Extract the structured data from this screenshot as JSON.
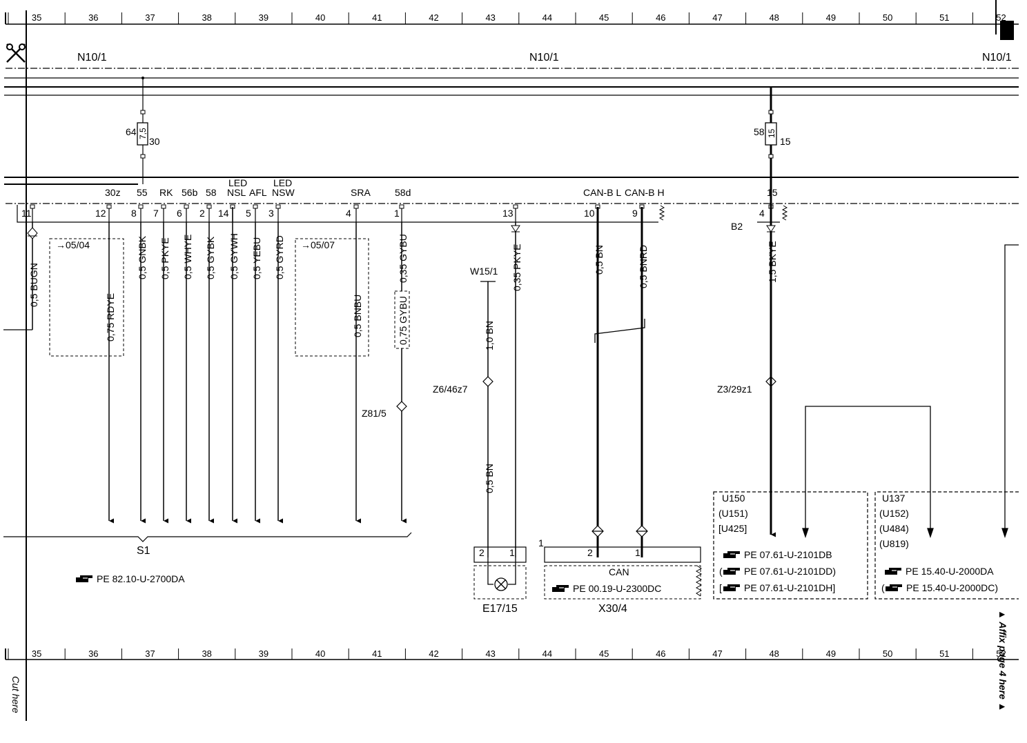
{
  "ruler": {
    "columns": [
      "35",
      "36",
      "37",
      "38",
      "39",
      "40",
      "41",
      "42",
      "43",
      "44",
      "45",
      "46",
      "47",
      "48",
      "49",
      "50",
      "51",
      "52"
    ]
  },
  "header": {
    "n10_left": "N10/1",
    "n10_mid": "N10/1",
    "n10_right": "N10/1"
  },
  "fuses": {
    "f64": {
      "number": "64",
      "rating": "7,5",
      "terminal": "30"
    },
    "f58": {
      "number": "58",
      "rating": "15",
      "terminal": "15"
    }
  },
  "terminals": {
    "t30z": "30z",
    "t55": "55",
    "tRK": "RK",
    "t56b": "56b",
    "t58": "58",
    "tLED1": "LED",
    "tNSL": "NSL",
    "tAFL": "AFL",
    "tLED2": "LED",
    "tNSW": "NSW",
    "tSRA": "SRA",
    "t58d": "58d",
    "tCANL": "CAN-B L",
    "tCANH": "CAN-B H",
    "t15": "15"
  },
  "pins": {
    "p11": "11",
    "p12": "12",
    "p8": "8",
    "p7": "7",
    "p6": "6",
    "p2": "2",
    "p14": "14",
    "p5": "5",
    "p3": "3",
    "p4a": "4",
    "p1a": "1",
    "p13": "13",
    "p10": "10",
    "p9": "9",
    "p4b": "4"
  },
  "wires": {
    "w_bugn": "0,5 BUGN",
    "w_rdye": "0,75 RDYE",
    "w_gnbk": "0,5 GNBK",
    "w_pkye": "0,5 PKYE",
    "w_whye": "0,5 WHYE",
    "w_gybk": "0,5 GYBK",
    "w_gywh": "0,5 GYWH",
    "w_yebu": "0,5 YEBU",
    "w_gyrd": "0,5 GYRD",
    "w_bnbu": "0,5 BNBU",
    "w_gybu35": "0,35 GYBU",
    "w_gybu75": "0,75 GYBU",
    "w_pkye35": "0,35 PKYE",
    "w_bn10": "1,0 BN",
    "w_bn05": "0,5 BN",
    "w_bn_can": "0,5 BN",
    "w_bnrd": "0,5 BNRD",
    "w_bkye": "1,5 BKYE"
  },
  "refs": {
    "r0504": "05/04",
    "r0507": "05/07"
  },
  "components": {
    "b2": "B2",
    "w15": "W15/1",
    "z6": "Z6/46z7",
    "z81": "Z81/5",
    "z3": "Z3/29z1",
    "s1": "S1",
    "e17": "E17/15",
    "x30": "X30/4",
    "can": "CAN",
    "e17_p2": "2",
    "e17_p1": "1",
    "x30_p2": "2",
    "x30_p1": "1",
    "x30_one": "1"
  },
  "blocks": {
    "u150": {
      "l1": "U150",
      "l2": "(U151)",
      "l3": "[U425]"
    },
    "u137": {
      "l1": "U137",
      "l2": "(U152)",
      "l3": "(U484)",
      "l4": "(U819)"
    }
  },
  "pe_refs": {
    "pe_s1": "PE 82.10-U-2700DA",
    "pe_x30": "PE 00.19-U-2300DC",
    "pe_u150_1": "PE 07.61-U-2101DB",
    "pe_u150_2": "PE 07.61-U-2101DD)",
    "pe_u150_3": "PE 07.61-U-2101DH]",
    "pe_u137_1": "PE 15.40-U-2000DA",
    "pe_u137_2": "PE 15.40-U-2000DC)"
  },
  "pe_prefix": {
    "u150_2": "(",
    "u150_3": "[",
    "u137_2": "("
  },
  "margin": {
    "cut_here": "Cut here",
    "affix": "▲ Affix page 4 here ▲"
  }
}
